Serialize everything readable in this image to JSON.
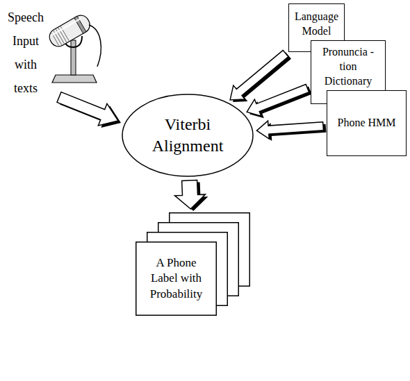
{
  "diagram": {
    "nodes": [
      {
        "text": [
          "Language Model"
        ]
      },
      {
        "text": [
          "Pronuncia -tion Dictionary"
        ]
      },
      {
        "text": [
          "Phone HMM"
        ]
      },
      {
        "text": [
          "Viterbi Alignment"
        ]
      },
      {
        "text": [
          "A Phone Label with Probability"
        ]
      }
    ],
    "edges": [
      {
        "from": 0,
        "to": 3,
        "arrow": "to"
      },
      {
        "from": 1,
        "to": 3,
        "arrow": "to"
      },
      {
        "from": 2,
        "to": 3,
        "arrow": "to"
      },
      {
        "from": 3,
        "to": 4,
        "arrow": "to"
      }
    ],
    "labels": [
      "Speech Input with texts"
    ]
  }
}
